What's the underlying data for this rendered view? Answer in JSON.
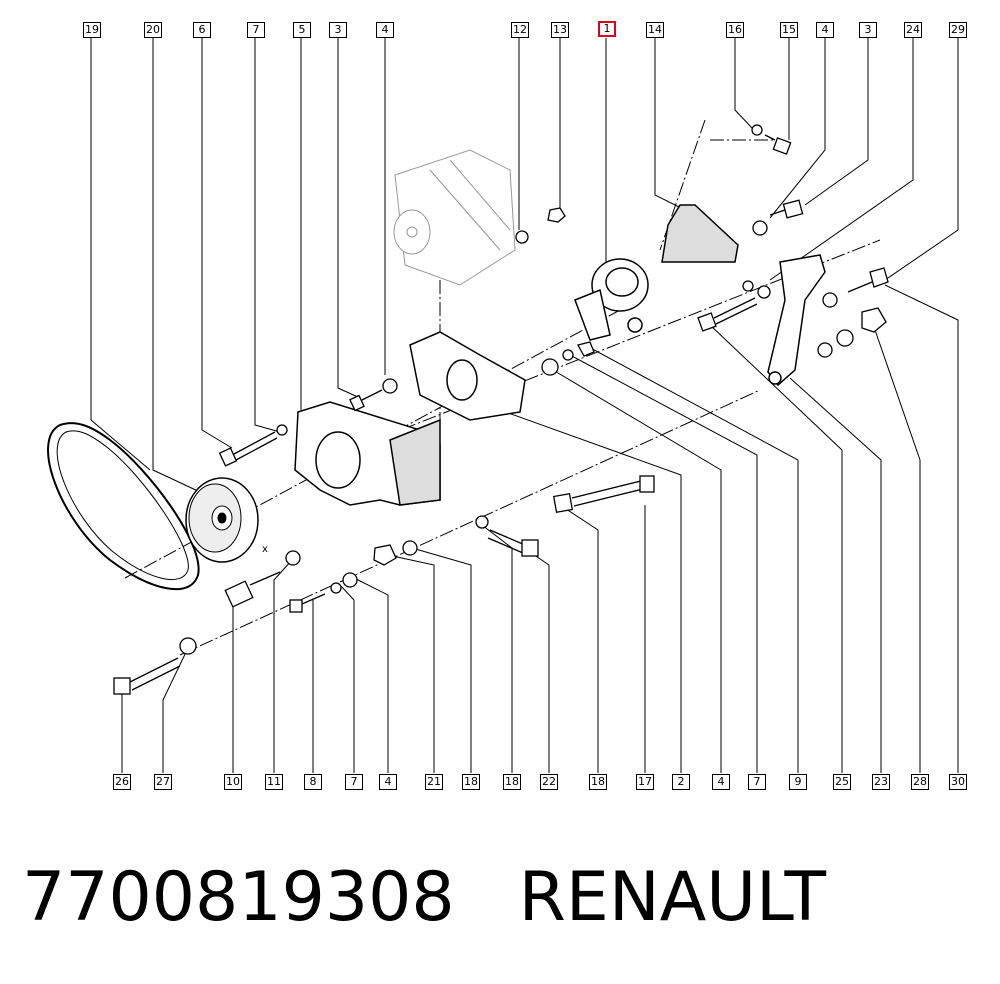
{
  "callouts_top": [
    "19",
    "20",
    "6",
    "7",
    "5",
    "3",
    "4",
    "12",
    "13",
    "1",
    "14",
    "16",
    "15",
    "4",
    "3",
    "24",
    "29"
  ],
  "callouts_bottom": [
    "26",
    "27",
    "10",
    "11",
    "8",
    "7",
    "4",
    "21",
    "18",
    "18",
    "22",
    "18",
    "17",
    "2",
    "4",
    "7",
    "9",
    "25",
    "23",
    "28",
    "30"
  ],
  "highlighted_callout": "1",
  "caption": {
    "part_number": "7700819308",
    "brand": "RENAULT"
  }
}
